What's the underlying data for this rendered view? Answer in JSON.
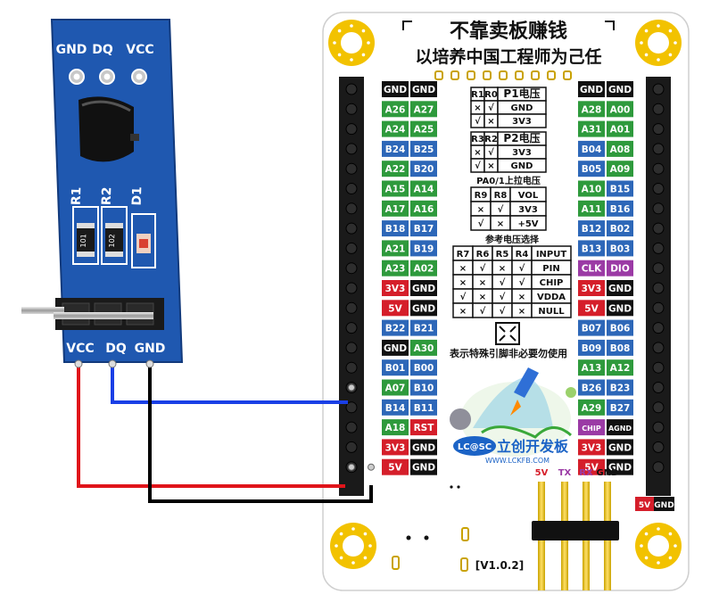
{
  "sensor": {
    "top_labels": [
      "GND",
      "DQ",
      "VCC"
    ],
    "bottom_labels": [
      "VCC",
      "DQ",
      "GND"
    ],
    "parts": [
      "R1",
      "R2",
      "D1"
    ],
    "resistor_codes": [
      "101",
      "102"
    ]
  },
  "board": {
    "title_line1": "不靠卖板赚钱",
    "title_line2": "以培养中国工程师为己任",
    "version": "[V1.0.2]",
    "brand_cn": "立创开发板",
    "brand_logo": "LC@SC",
    "brand_url": "WWW.LCKFB.COM",
    "special_note": "表示特殊引脚非必要勿使用",
    "left_labels": [
      [
        "GND",
        "GND"
      ],
      [
        "A26",
        "A27"
      ],
      [
        "A24",
        "A25"
      ],
      [
        "B24",
        "B25"
      ],
      [
        "A22",
        "B20"
      ],
      [
        "A15",
        "A14"
      ],
      [
        "A17",
        "A16"
      ],
      [
        "B18",
        "B17"
      ],
      [
        "A21",
        "B19"
      ],
      [
        "A23",
        "A02"
      ],
      [
        "3V3",
        "GND"
      ],
      [
        "5V",
        "GND"
      ],
      [
        "B22",
        "B21"
      ],
      [
        "GND",
        "A30"
      ],
      [
        "B01",
        "B00"
      ],
      [
        "A07",
        "B10"
      ],
      [
        "B14",
        "B11"
      ],
      [
        "A18",
        "RST"
      ],
      [
        "3V3",
        "GND"
      ],
      [
        "5V",
        "GND"
      ]
    ],
    "right_labels": [
      [
        "GND",
        "GND"
      ],
      [
        "A28",
        "A00"
      ],
      [
        "A31",
        "A01"
      ],
      [
        "B04",
        "A08"
      ],
      [
        "B05",
        "A09"
      ],
      [
        "A10",
        "B15"
      ],
      [
        "A11",
        "B16"
      ],
      [
        "B12",
        "B02"
      ],
      [
        "B13",
        "B03"
      ],
      [
        "CLK",
        "DIO"
      ],
      [
        "3V3",
        "GND"
      ],
      [
        "5V",
        "GND"
      ],
      [
        "B07",
        "B06"
      ],
      [
        "B09",
        "B08"
      ],
      [
        "A13",
        "A12"
      ],
      [
        "B26",
        "B23"
      ],
      [
        "A29",
        "B27"
      ],
      [
        "CHIP",
        "AGND"
      ],
      [
        "3V3",
        "GND"
      ],
      [
        "5V",
        "GND"
      ]
    ],
    "bottom_header_labels": [
      "5V",
      "TX",
      "RX",
      "GND"
    ],
    "table_p1": {
      "title": "P1电压",
      "head": [
        "R1",
        "R0"
      ],
      "rows": [
        [
          "×",
          "√",
          "GND"
        ],
        [
          "√",
          "×",
          "3V3"
        ]
      ]
    },
    "table_p2": {
      "title": "P2电压",
      "head": [
        "R3",
        "R2"
      ],
      "rows": [
        [
          "×",
          "√",
          "3V3"
        ],
        [
          "√",
          "×",
          "GND"
        ]
      ]
    },
    "table_pa0": {
      "title": "PA0/1上拉电压",
      "head": [
        "R9",
        "R8",
        "VOL"
      ],
      "rows": [
        [
          "×",
          "√",
          "3V3"
        ],
        [
          "√",
          "×",
          "+5V"
        ]
      ]
    },
    "table_ref": {
      "title": "参考电压选择",
      "head": [
        "R7",
        "R6",
        "R5",
        "R4",
        "INPUT"
      ],
      "rows": [
        [
          "×",
          "√",
          "×",
          "√",
          "PIN"
        ],
        [
          "×",
          "×",
          "√",
          "√",
          "CHIP"
        ],
        [
          "√",
          "×",
          "√",
          "×",
          "VDDA"
        ],
        [
          "×",
          "√",
          "√",
          "×",
          "NULL"
        ]
      ]
    }
  },
  "colors": {
    "sensor_pcb": "#1f58b0",
    "board_bg": "#ffffff",
    "mount_ring": "#f2c200",
    "green": "#2e9a3c",
    "blue": "#2d67b8",
    "red": "#d51e2a",
    "black": "#111111",
    "purple": "#9b3aa5",
    "wire_red": "#e0141a",
    "wire_blue": "#1a3fe6",
    "wire_black": "#000000"
  }
}
